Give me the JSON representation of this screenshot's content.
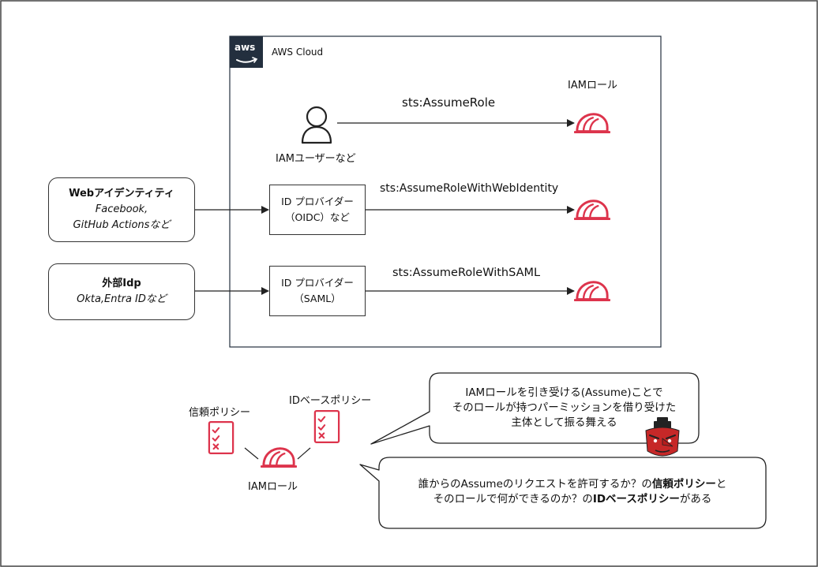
{
  "cloud": {
    "label": "AWS Cloud",
    "logo_text": "aws"
  },
  "iam_role_header": "IAMロール",
  "iam_user": {
    "label": "IAMユーザーなど",
    "icon": "user-icon"
  },
  "flows": {
    "assume_role": "sts:AssumeRole",
    "web_identity": "sts:AssumeRoleWithWebIdentity",
    "saml": "sts:AssumeRoleWithSAML"
  },
  "web_idp": {
    "title": "Webアイデンティティ",
    "line1": "Facebook,",
    "line2": "GitHub Actionsなど"
  },
  "ext_idp": {
    "title": "外部Idp",
    "line1": "Okta,Entra IDなど"
  },
  "oidc_provider": {
    "line1": "ID プロバイダー",
    "line2": "（OIDC）など"
  },
  "saml_provider": {
    "line1": "ID プロバイダー",
    "line2": "（SAML）"
  },
  "policies": {
    "trust": "信頼ポリシー",
    "identity": "IDベースポリシー",
    "role": "IAMロール"
  },
  "bubble1": {
    "line1": "IAMロールを引き受ける(Assume)ことで",
    "line2": "そのロールが持つパーミッションを借り受けた",
    "line3": "主体として振る舞える"
  },
  "bubble2": {
    "l1_a": "誰からのAssumeのリクエストを許可するか？の",
    "l1_b": "信頼ポリシー",
    "l1_c": "と",
    "l2_a": "そのロールで何ができるのか？の",
    "l2_b": "IDベースポリシー",
    "l2_c": "がある"
  },
  "colors": {
    "role_red": "#dd344c",
    "aws_dark": "#232f3e",
    "line": "#222222"
  }
}
